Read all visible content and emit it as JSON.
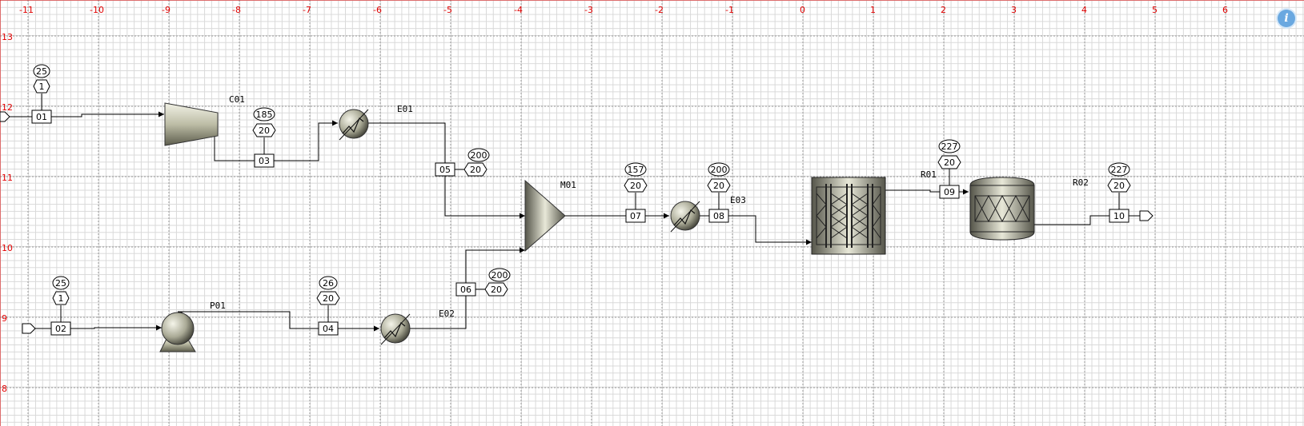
{
  "axes": {
    "x_ticks": [
      "-11",
      "-10",
      "-9",
      "-8",
      "-7",
      "-6",
      "-5",
      "-4",
      "-3",
      "-2",
      "-1",
      "0",
      "1",
      "2",
      "3",
      "4",
      "5",
      "6"
    ],
    "y_ticks": [
      "13",
      "12",
      "11",
      "10",
      "9",
      "8"
    ]
  },
  "units": {
    "C01": "C01",
    "E01": "E01",
    "M01": "M01",
    "E03": "E03",
    "R01": "R01",
    "R02": "R02",
    "P01": "P01",
    "E02": "E02"
  },
  "streams": {
    "s01": {
      "id": "01",
      "temp": "25",
      "pres": "1"
    },
    "s02": {
      "id": "02",
      "temp": "25",
      "pres": "1"
    },
    "s03": {
      "id": "03",
      "temp": "185",
      "pres": "20"
    },
    "s04": {
      "id": "04",
      "temp": "26",
      "pres": "20"
    },
    "s05": {
      "id": "05",
      "temp": "200",
      "pres": "20"
    },
    "s06": {
      "id": "06",
      "temp": "200",
      "pres": "20"
    },
    "s07": {
      "id": "07",
      "temp": "157",
      "pres": "20"
    },
    "s08": {
      "id": "08",
      "temp": "200",
      "pres": "20"
    },
    "s09": {
      "id": "09",
      "temp": "227",
      "pres": "20"
    },
    "s10": {
      "id": "10",
      "temp": "227",
      "pres": "20"
    }
  },
  "info_icon": "info-icon"
}
